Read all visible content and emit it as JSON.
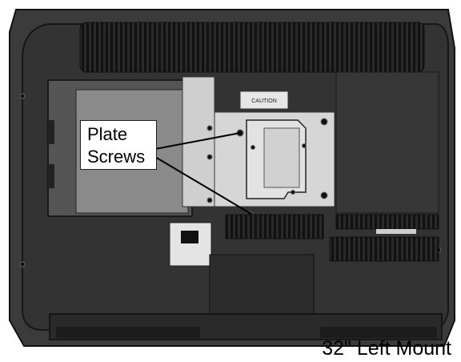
{
  "callout": {
    "line1": "Plate",
    "line2": "Screws"
  },
  "caption": "32\" Left Mount",
  "warning_label": "CAUTION"
}
